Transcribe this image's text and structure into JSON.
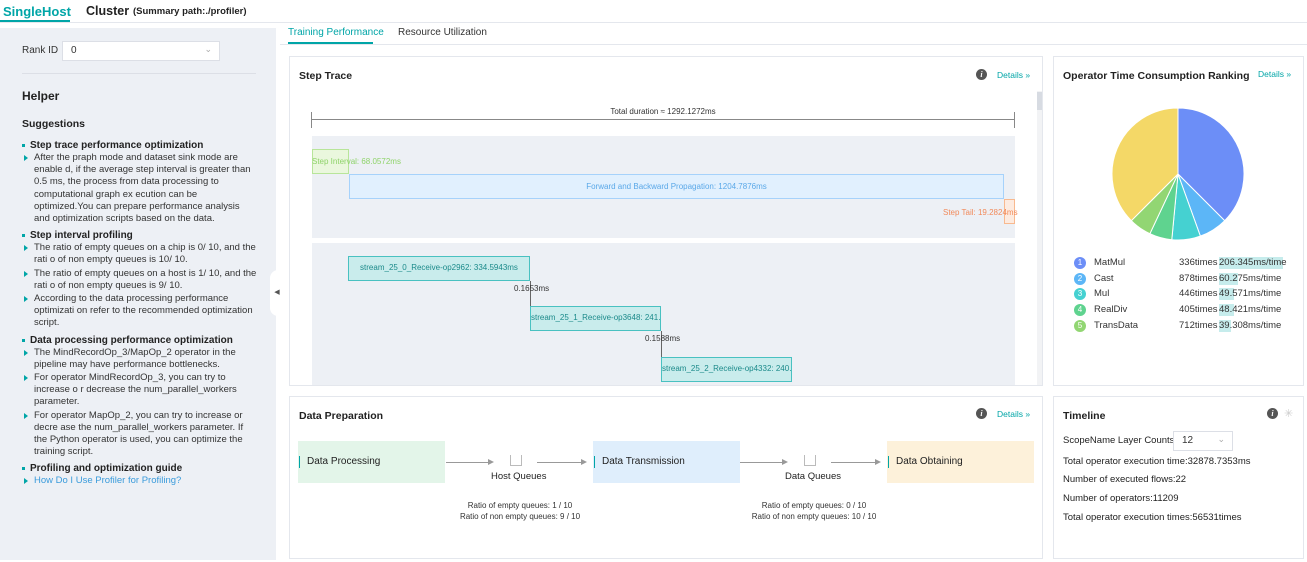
{
  "header": {
    "tabs": [
      {
        "label": "SingleHost",
        "active": true
      },
      {
        "label": "Cluster",
        "active": false
      }
    ],
    "summary_path": "(Summary path:./profiler)"
  },
  "sidebar": {
    "rank_label": "Rank ID",
    "rank_value": "0",
    "helper_title": "Helper",
    "suggestions_title": "Suggestions",
    "sections": [
      {
        "title": "Step trace performance optimization",
        "items": [
          "After the praph mode and dataset sink mode are enable d, if the average step interval is greater than 0.5 ms, the process from data processing to computational graph ex ecution can be optimized.You can prepare performance analysis and optimization scripts based on the data."
        ]
      },
      {
        "title": "Step interval profiling",
        "items": [
          "The ratio of empty queues on a chip is 0/ 10, and the rati o of non empty queues is 10/ 10.",
          "The ratio of empty queues on a host is 1/ 10, and the rati o of non empty queues is 9/ 10.",
          "According to the data processing performance optimizati on refer to the recommended optimization script."
        ]
      },
      {
        "title": "Data processing performance optimization",
        "items": [
          "The MindRecordOp_3/MapOp_2 operator in the pipeline may have performance bottlenecks.",
          "For operator MindRecordOp_3, you can try to increase o r decrease the num_parallel_workers parameter.",
          "For operator MapOp_2, you can try to increase or decre ase the num_parallel_workers parameter. If the Python operator is used, you can optimize the training script."
        ]
      },
      {
        "title": "Profiling and optimization guide",
        "items": [
          "How Do I Use Profiler for Profiling?"
        ]
      }
    ]
  },
  "tabs": [
    {
      "label": "Training Performance",
      "active": true
    },
    {
      "label": "Resource Utilization",
      "active": false
    }
  ],
  "step_trace": {
    "title": "Step Trace",
    "details": "Details",
    "total": "Total duration ≈ 1292.1272ms",
    "step_interval": "Step Interval: 68.0572ms",
    "fp_bp": "Forward and Backward Propagation: 1204.7876ms",
    "step_tail": "Step Tail: 19.2824ms",
    "streams": [
      "stream_25_0_Receive-op2962: 334.5943ms",
      "stream_25_1_Receive-op3648: 241....",
      "stream_25_2_Receive-op4332: 240...."
    ],
    "gaps": [
      "0.1653ms",
      "0.1588ms"
    ]
  },
  "ranking": {
    "title": "Operator Time Consumption Ranking",
    "details": "Details",
    "colors": [
      "#6c8ef7",
      "#5cb6f7",
      "#45d1d1",
      "#5fd38f",
      "#92d673",
      "#f4d867"
    ],
    "slices_percent": [
      37.5,
      7,
      7,
      5.5,
      5.5,
      37.5
    ],
    "items": [
      {
        "rank": "1",
        "name": "MatMul",
        "times": "336times",
        "avg": "206.345ms/time",
        "bar": 1.0
      },
      {
        "rank": "2",
        "name": "Cast",
        "times": "878times",
        "avg": "60.275ms/time",
        "bar": 0.29
      },
      {
        "rank": "3",
        "name": "Mul",
        "times": "446times",
        "avg": "49.571ms/time",
        "bar": 0.24
      },
      {
        "rank": "4",
        "name": "RealDiv",
        "times": "405times",
        "avg": "48.421ms/time",
        "bar": 0.23
      },
      {
        "rank": "5",
        "name": "TransData",
        "times": "712times",
        "avg": "39.308ms/time",
        "bar": 0.19
      }
    ]
  },
  "data_prep": {
    "title": "Data Preparation",
    "details": "Details",
    "stages": [
      "Data Processing",
      "Data Transmission",
      "Data Obtaining"
    ],
    "queues": [
      {
        "name": "Host Queues",
        "empty": "Ratio of empty queues: 1 / 10",
        "non_empty": "Ratio of non empty queues: 9 / 10"
      },
      {
        "name": "Data Queues",
        "empty": "Ratio of empty queues: 0 / 10",
        "non_empty": "Ratio of non empty queues: 10 / 10"
      }
    ]
  },
  "timeline": {
    "title": "Timeline",
    "layer_label": "ScopeName Layer Counts:",
    "layer_value": "12",
    "lines": [
      "Total operator execution time:32878.7353ms",
      "Number of executed flows:22",
      "Number of operators:11209",
      "Total operator execution times:56531times"
    ]
  }
}
